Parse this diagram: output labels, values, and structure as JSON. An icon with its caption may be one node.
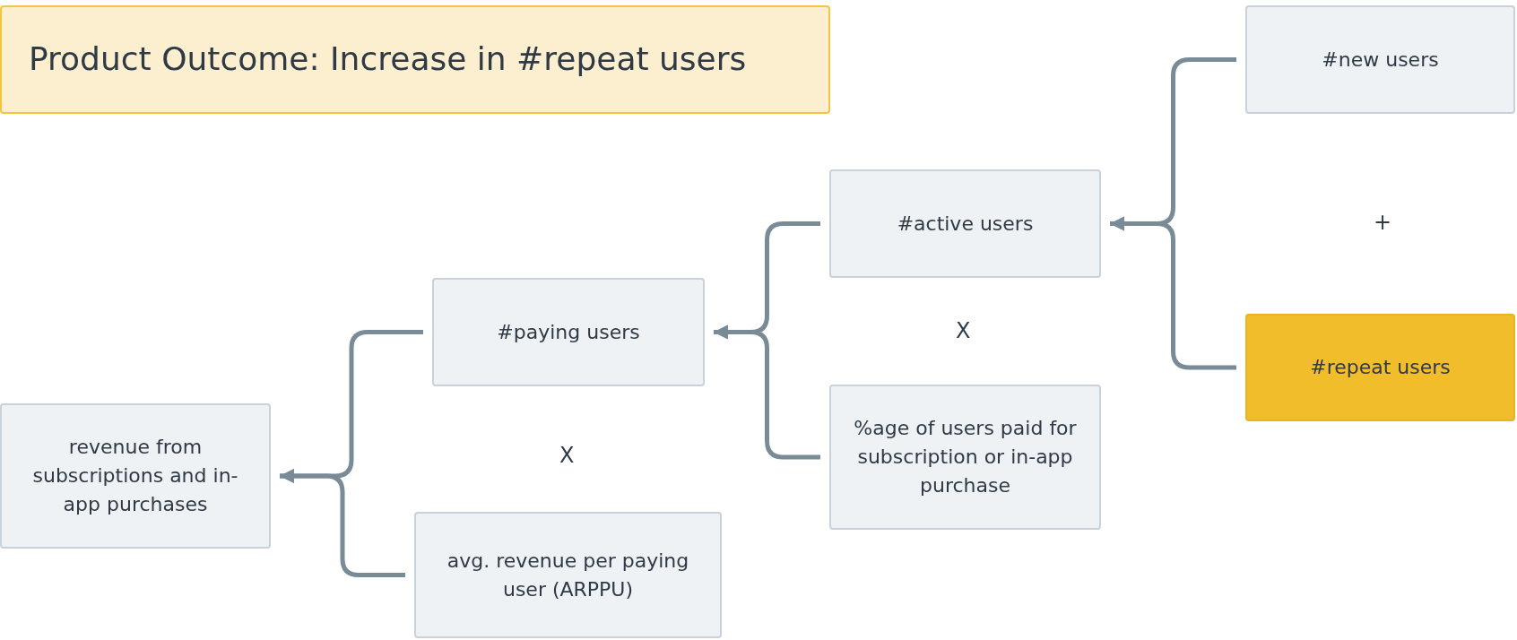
{
  "diagram": {
    "nodes": [
      {
        "text": [
          "Product Outcome: Increase in #repeat users"
        ]
      },
      {
        "text": [
          "#new users"
        ]
      },
      {
        "text": [
          "#active users"
        ]
      },
      {
        "text": [
          "#repeat users"
        ]
      },
      {
        "text": [
          "#paying users"
        ]
      },
      {
        "text": [
          "%age of users paid for subscription or in-app purchase"
        ]
      },
      {
        "text": [
          "revenue from subscriptions and in-app purchases"
        ]
      },
      {
        "text": [
          "avg. revenue per paying user (ARPPU)"
        ]
      }
    ],
    "edges": [
      {
        "from": 1,
        "to": 2,
        "arrow": "to"
      },
      {
        "from": 3,
        "to": 2,
        "arrow": "to"
      },
      {
        "from": 2,
        "to": 4,
        "arrow": "to"
      },
      {
        "from": 5,
        "to": 4,
        "arrow": "to"
      },
      {
        "from": 4,
        "to": 6,
        "arrow": "to"
      },
      {
        "from": 7,
        "to": 6,
        "arrow": "to"
      }
    ],
    "labels": [
      "+",
      "X",
      "X"
    ]
  }
}
